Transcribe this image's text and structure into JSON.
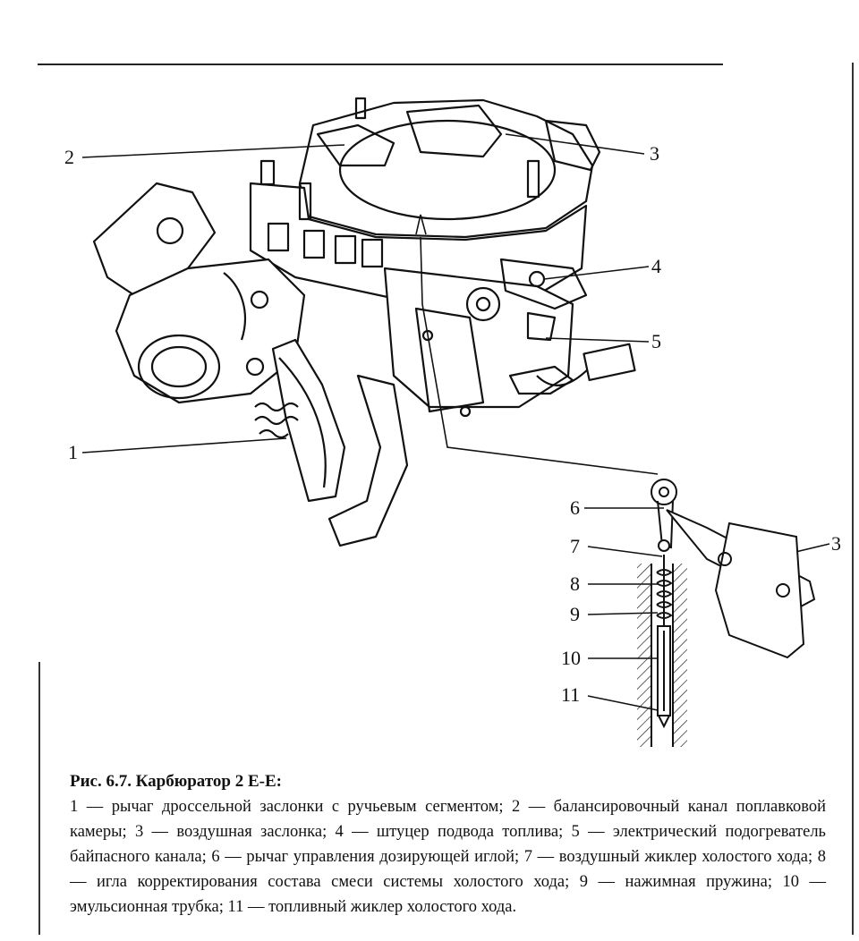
{
  "figure": {
    "number": "Рис. 6.7.",
    "title": "Карбюратор 2 Е-Е:",
    "callouts": [
      "1",
      "2",
      "3",
      "4",
      "5",
      "6",
      "7",
      "8",
      "9",
      "10",
      "11",
      "3"
    ],
    "legend_text": "1 — рычаг дроссельной заслонки с ручьевым сегментом; 2 — балансировочный канал поплавковой камеры; 3 — воздушная заслонка; 4 — штуцер подвода топлива; 5 — электрический подогреватель байпасного канала; 6 — рычаг управления дозирующей иглой; 7 — воздушный жиклер холостого хода; 8 — игла корректирования состава смеси системы холостого хода; 9 — нажимная пружина; 10 — эмульсионная трубка; 11 — топливный жиклер холостого хода."
  },
  "colors": {
    "ink": "#111111",
    "paper": "#ffffff",
    "shade": "#555555"
  }
}
